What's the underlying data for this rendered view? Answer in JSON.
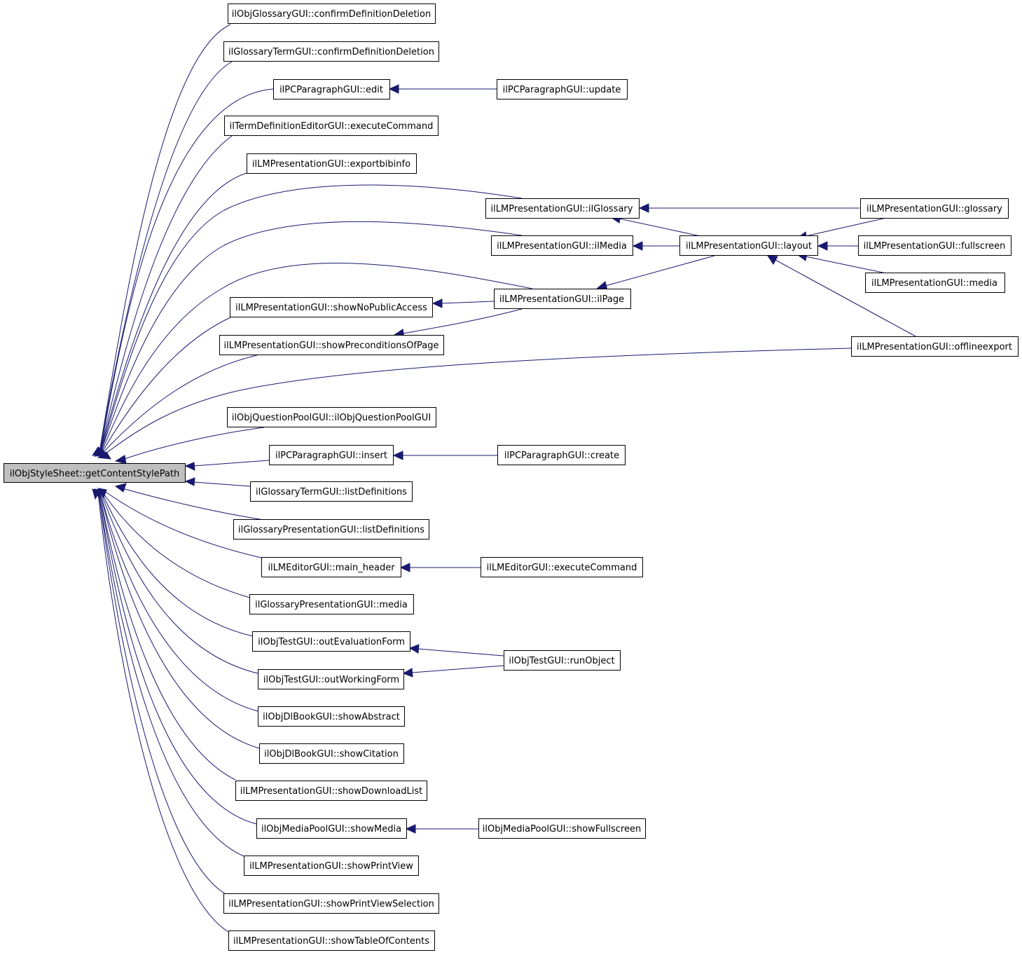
{
  "diagram": {
    "type": "call-graph",
    "root": "n0",
    "colors": {
      "edge": "#191970",
      "node_border": "#000000",
      "node_fill": "#ffffff",
      "root_fill": "#bfbfbf"
    },
    "nodes": [
      {
        "id": "n0",
        "label": "ilObjStyleSheet::getContentStylePath"
      },
      {
        "id": "n1",
        "label": "ilObjGlossaryGUI::confirmDefinitionDeletion"
      },
      {
        "id": "n2",
        "label": "ilGlossaryTermGUI::confirmDefinitionDeletion"
      },
      {
        "id": "n3",
        "label": "ilPCParagraphGUI::edit"
      },
      {
        "id": "n4",
        "label": "ilTermDefinitionEditorGUI::executeCommand"
      },
      {
        "id": "n5",
        "label": "ilLMPresentationGUI::exportbibinfo"
      },
      {
        "id": "n6",
        "label": "ilLMPresentationGUI::ilGlossary"
      },
      {
        "id": "n7",
        "label": "ilLMPresentationGUI::ilMedia"
      },
      {
        "id": "n8",
        "label": "ilLMPresentationGUI::showNoPublicAccess"
      },
      {
        "id": "n9",
        "label": "ilLMPresentationGUI::ilPage"
      },
      {
        "id": "n10",
        "label": "ilLMPresentationGUI::showPreconditionsOfPage"
      },
      {
        "id": "n11",
        "label": "ilLMPresentationGUI::offlineexport"
      },
      {
        "id": "n12",
        "label": "ilObjQuestionPoolGUI::ilObjQuestionPoolGUI"
      },
      {
        "id": "n13",
        "label": "ilPCParagraphGUI::insert"
      },
      {
        "id": "n14",
        "label": "ilGlossaryTermGUI::listDefinitions"
      },
      {
        "id": "n15",
        "label": "ilGlossaryPresentationGUI::listDefinitions"
      },
      {
        "id": "n16",
        "label": "ilLMEditorGUI::main_header"
      },
      {
        "id": "n17",
        "label": "ilGlossaryPresentationGUI::media"
      },
      {
        "id": "n18",
        "label": "ilObjTestGUI::outEvaluationForm"
      },
      {
        "id": "n19",
        "label": "ilObjTestGUI::outWorkingForm"
      },
      {
        "id": "n20",
        "label": "ilObjDlBookGUI::showAbstract"
      },
      {
        "id": "n21",
        "label": "ilObjDlBookGUI::showCitation"
      },
      {
        "id": "n22",
        "label": "ilLMPresentationGUI::showDownloadList"
      },
      {
        "id": "n23",
        "label": "ilObjMediaPoolGUI::showMedia"
      },
      {
        "id": "n24",
        "label": "ilLMPresentationGUI::showPrintView"
      },
      {
        "id": "n25",
        "label": "ilLMPresentationGUI::showPrintViewSelection"
      },
      {
        "id": "n26",
        "label": "ilLMPresentationGUI::showTableOfContents"
      },
      {
        "id": "n27",
        "label": "ilPCParagraphGUI::update"
      },
      {
        "id": "n28",
        "label": "ilLMPresentationGUI::layout"
      },
      {
        "id": "n29",
        "label": "ilLMPresentationGUI::glossary"
      },
      {
        "id": "n30",
        "label": "ilLMPresentationGUI::fullscreen"
      },
      {
        "id": "n31",
        "label": "ilLMPresentationGUI::media"
      },
      {
        "id": "n32",
        "label": "ilPCParagraphGUI::create"
      },
      {
        "id": "n33",
        "label": "ilLMEditorGUI::executeCommand"
      },
      {
        "id": "n34",
        "label": "ilObjTestGUI::runObject"
      },
      {
        "id": "n35",
        "label": "ilObjMediaPoolGUI::showFullscreen"
      }
    ],
    "edges": [
      {
        "from": "n1",
        "to": "n0"
      },
      {
        "from": "n2",
        "to": "n0"
      },
      {
        "from": "n3",
        "to": "n0"
      },
      {
        "from": "n4",
        "to": "n0"
      },
      {
        "from": "n5",
        "to": "n0"
      },
      {
        "from": "n6",
        "to": "n0"
      },
      {
        "from": "n7",
        "to": "n0"
      },
      {
        "from": "n9",
        "to": "n0"
      },
      {
        "from": "n8",
        "to": "n0"
      },
      {
        "from": "n10",
        "to": "n0"
      },
      {
        "from": "n11",
        "to": "n0"
      },
      {
        "from": "n12",
        "to": "n0"
      },
      {
        "from": "n13",
        "to": "n0"
      },
      {
        "from": "n14",
        "to": "n0"
      },
      {
        "from": "n15",
        "to": "n0"
      },
      {
        "from": "n16",
        "to": "n0"
      },
      {
        "from": "n17",
        "to": "n0"
      },
      {
        "from": "n18",
        "to": "n0"
      },
      {
        "from": "n19",
        "to": "n0"
      },
      {
        "from": "n20",
        "to": "n0"
      },
      {
        "from": "n21",
        "to": "n0"
      },
      {
        "from": "n22",
        "to": "n0"
      },
      {
        "from": "n23",
        "to": "n0"
      },
      {
        "from": "n24",
        "to": "n0"
      },
      {
        "from": "n25",
        "to": "n0"
      },
      {
        "from": "n26",
        "to": "n0"
      },
      {
        "from": "n27",
        "to": "n3"
      },
      {
        "from": "n29",
        "to": "n6"
      },
      {
        "from": "n28",
        "to": "n6"
      },
      {
        "from": "n28",
        "to": "n7"
      },
      {
        "from": "n28",
        "to": "n9"
      },
      {
        "from": "n9",
        "to": "n8"
      },
      {
        "from": "n9",
        "to": "n10"
      },
      {
        "from": "n29",
        "to": "n28"
      },
      {
        "from": "n30",
        "to": "n28"
      },
      {
        "from": "n31",
        "to": "n28"
      },
      {
        "from": "n11",
        "to": "n28"
      },
      {
        "from": "n32",
        "to": "n13"
      },
      {
        "from": "n33",
        "to": "n16"
      },
      {
        "from": "n34",
        "to": "n18"
      },
      {
        "from": "n34",
        "to": "n19"
      },
      {
        "from": "n35",
        "to": "n23"
      }
    ]
  }
}
